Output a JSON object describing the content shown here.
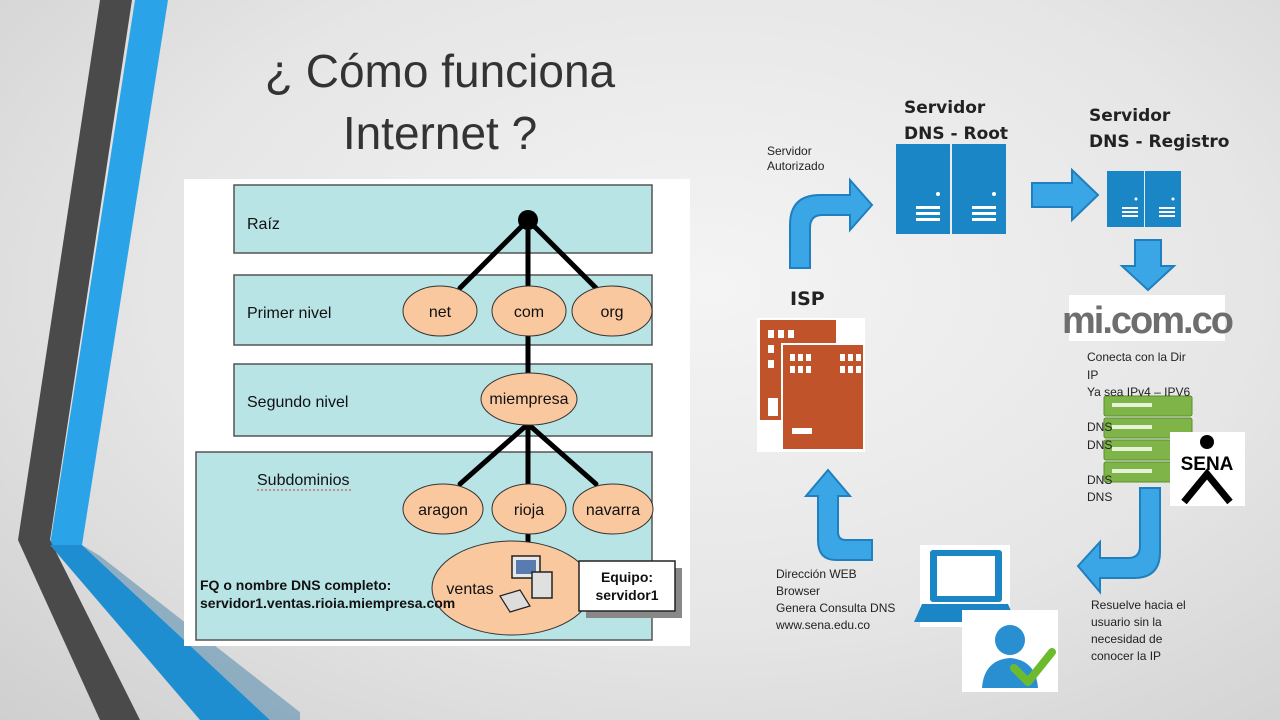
{
  "title": {
    "line1": "¿ Cómo funciona",
    "line2": "Internet ?"
  },
  "tree": {
    "levels": [
      "Raíz",
      "Primer nivel",
      "Segundo nivel",
      "Subdominios"
    ],
    "first_level": [
      "net",
      "com",
      "org"
    ],
    "second_level": "miempresa",
    "subdomains": [
      "aragon",
      "rioja",
      "navarra"
    ],
    "host": "ventas",
    "fq_line1": "FQ o nombre DNS completo:",
    "fq_line2": "servidor1.ventas.rioia.miempresa.com",
    "equipo_line1": "Equipo:",
    "equipo_line2": "servidor1"
  },
  "flow": {
    "servidor_autorizado": [
      "Servidor",
      "Autorizado"
    ],
    "dns_root": [
      "Servidor",
      "DNS - Root"
    ],
    "dns_registro": [
      "Servidor",
      "DNS - Registro"
    ],
    "isp": "ISP",
    "micomco_logo": "mi.com.co",
    "conecta": [
      "Conecta con la Dir",
      "IP",
      "Ya sea IPv4 – IPV6",
      "",
      "DNS",
      "DNS",
      "",
      "DNS",
      "DNS"
    ],
    "sena_logo": "SENA",
    "direccion": [
      "Dirección WEB",
      "Browser",
      "Genera Consulta DNS",
      "www.sena.edu.co"
    ],
    "resuelve": [
      "Resuelve hacia el",
      "usuario sin la",
      "necesidad de",
      "conocer la IP"
    ]
  },
  "colors": {
    "tree_band": "#b8e4e6",
    "tree_oval": "#f9c89e",
    "arrow_blue": "#3aa6e6",
    "server_blue": "#1b86c6",
    "isp_orange": "#c0532a",
    "rack_green": "#7fb548"
  }
}
